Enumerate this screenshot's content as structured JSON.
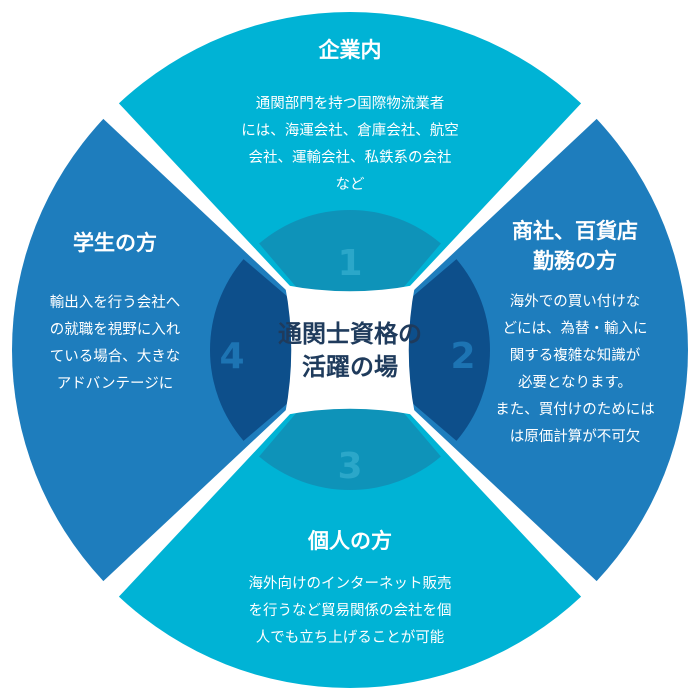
{
  "center": {
    "lines": [
      "通関士資格の",
      "活躍の場"
    ]
  },
  "segments": [
    {
      "number": "1",
      "title_lines": [
        "企業内"
      ],
      "body_lines": [
        "通関部門を持つ国際物流業者",
        "には、海運会社、倉庫会社、航空",
        "会社、運輸会社、私鉄系の会社",
        "など"
      ],
      "color": "#00b3d5",
      "inner_color": "#0e93b9",
      "number_color": "#2ba7c9"
    },
    {
      "number": "2",
      "title_lines": [
        "商社、百貨店",
        "勤務の方"
      ],
      "body_lines": [
        "海外での買い付けな",
        "どには、為替・輸入に",
        "関する複雑な知識が",
        "必要となります。",
        "また、買付けのためには",
        "は原価計算が不可欠"
      ],
      "color": "#1e7dbd",
      "inner_color": "#0d4f8b",
      "number_color": "#1d74b3"
    },
    {
      "number": "3",
      "title_lines": [
        "個人の方"
      ],
      "body_lines": [
        "海外向けのインターネット販売",
        "を行うなど貿易関係の会社を個",
        "人でも立ち上げることが可能"
      ],
      "color": "#00b3d5",
      "inner_color": "#0e93b9",
      "number_color": "#2ba7c9"
    },
    {
      "number": "4",
      "title_lines": [
        "学生の方"
      ],
      "body_lines": [
        "輸出入を行う会社へ",
        "の就職を視野に入れ",
        "ている場合、大きな",
        "アドバンテージに"
      ],
      "color": "#1e7dbd",
      "inner_color": "#0d4f8b",
      "number_color": "#1d74b3"
    }
  ]
}
